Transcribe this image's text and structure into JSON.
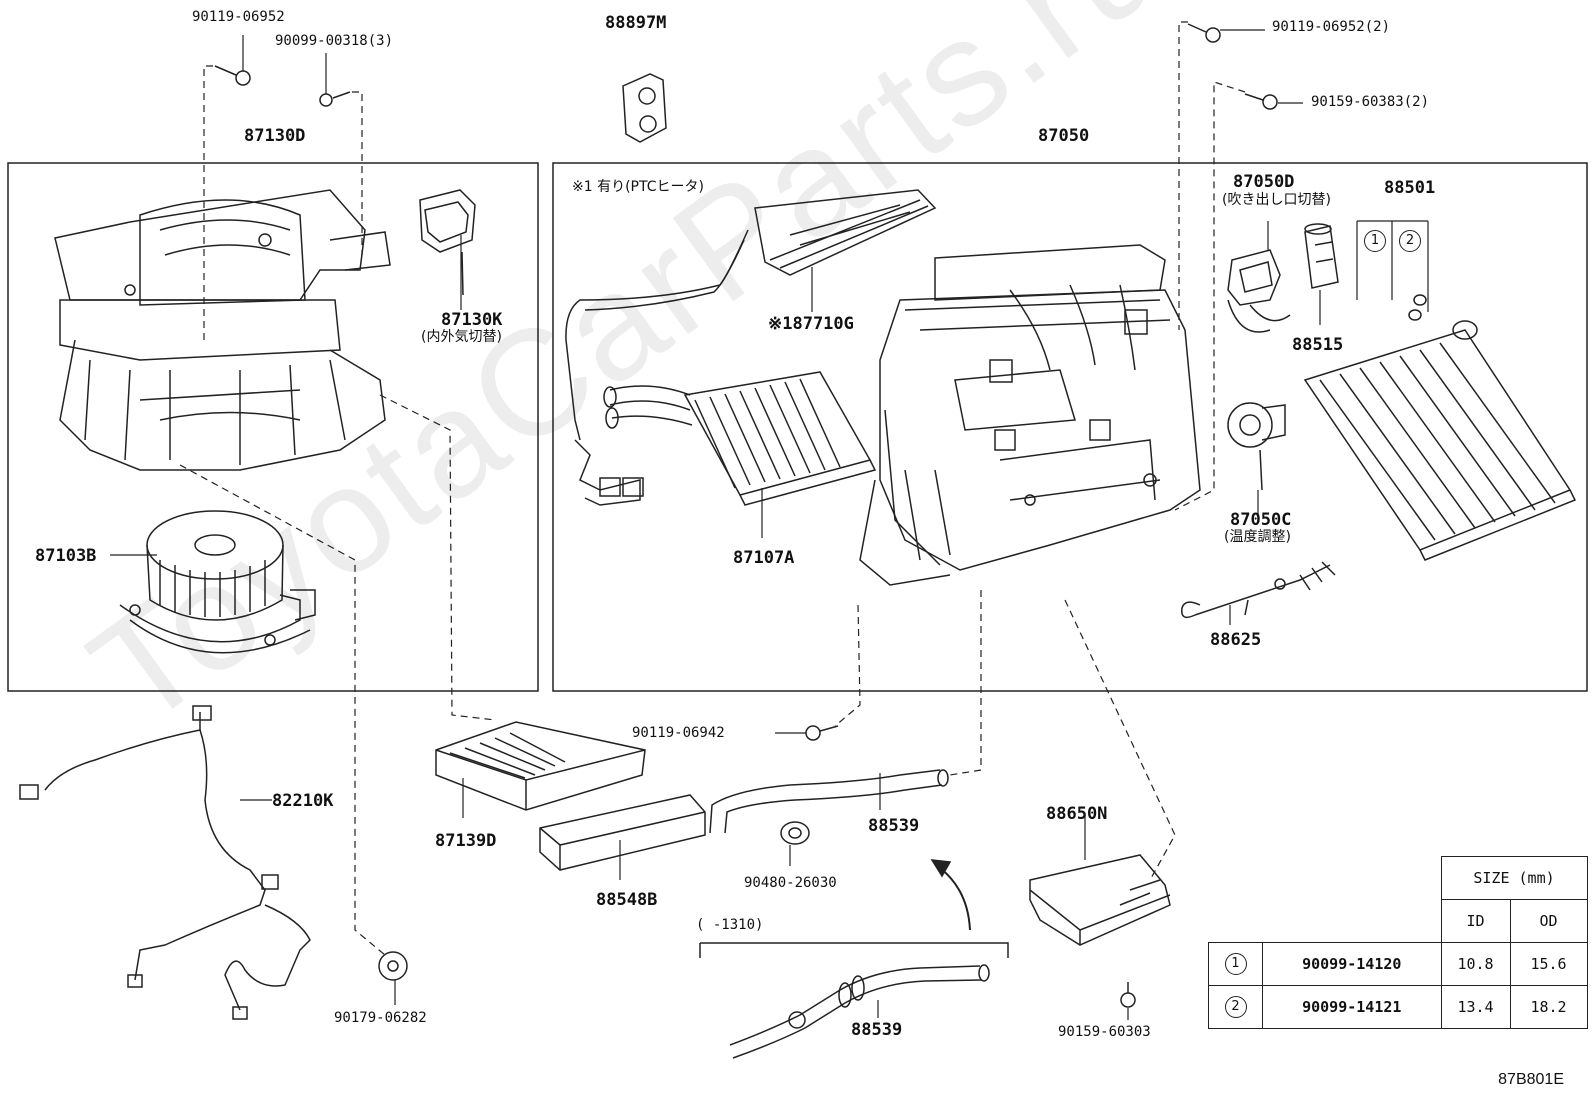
{
  "watermark": "ToyotaCarParts.ru",
  "labels": {
    "p90119_06952_a": "90119-06952",
    "p90099_00318": "90099-00318(3)",
    "p88897M": "88897M",
    "p90119_06952_b": "90119-06952(2)",
    "p90159_60383": "90159-60383(2)",
    "p87130D": "87130D",
    "p87050": "87050",
    "ptc_note": "※1 有り(PTCヒータ)",
    "p87710G": "※187710G",
    "p87130K": "87130K",
    "p87130K_desc": "(内外気切替)",
    "p87050D": "87050D",
    "p87050D_desc": "(吹き出し口切替)",
    "p88501": "88501",
    "p88515": "88515",
    "p87103B": "87103B",
    "p87107A": "87107A",
    "p87050C": "87050C",
    "p87050C_desc": "(温度調整)",
    "p88625": "88625",
    "p90119_06942": "90119-06942",
    "p82210K": "82210K",
    "p87139D": "87139D",
    "p88539_a": "88539",
    "p88650N": "88650N",
    "p90480_26030": "90480-26030",
    "p88548B": "88548B",
    "range_note": "(       -1310)",
    "p90179_06282": "90179-06282",
    "p88539_b": "88539",
    "p90159_60303": "90159-60303",
    "circle1": "1",
    "circle2": "2",
    "drawing_id": "87B801E"
  },
  "size_table": {
    "header": "SIZE (mm)",
    "col_id": "ID",
    "col_od": "OD",
    "rows": [
      {
        "mark": "1",
        "part": "90099-14120",
        "id": "10.8",
        "od": "15.6"
      },
      {
        "mark": "2",
        "part": "90099-14121",
        "id": "13.4",
        "od": "18.2"
      }
    ]
  }
}
